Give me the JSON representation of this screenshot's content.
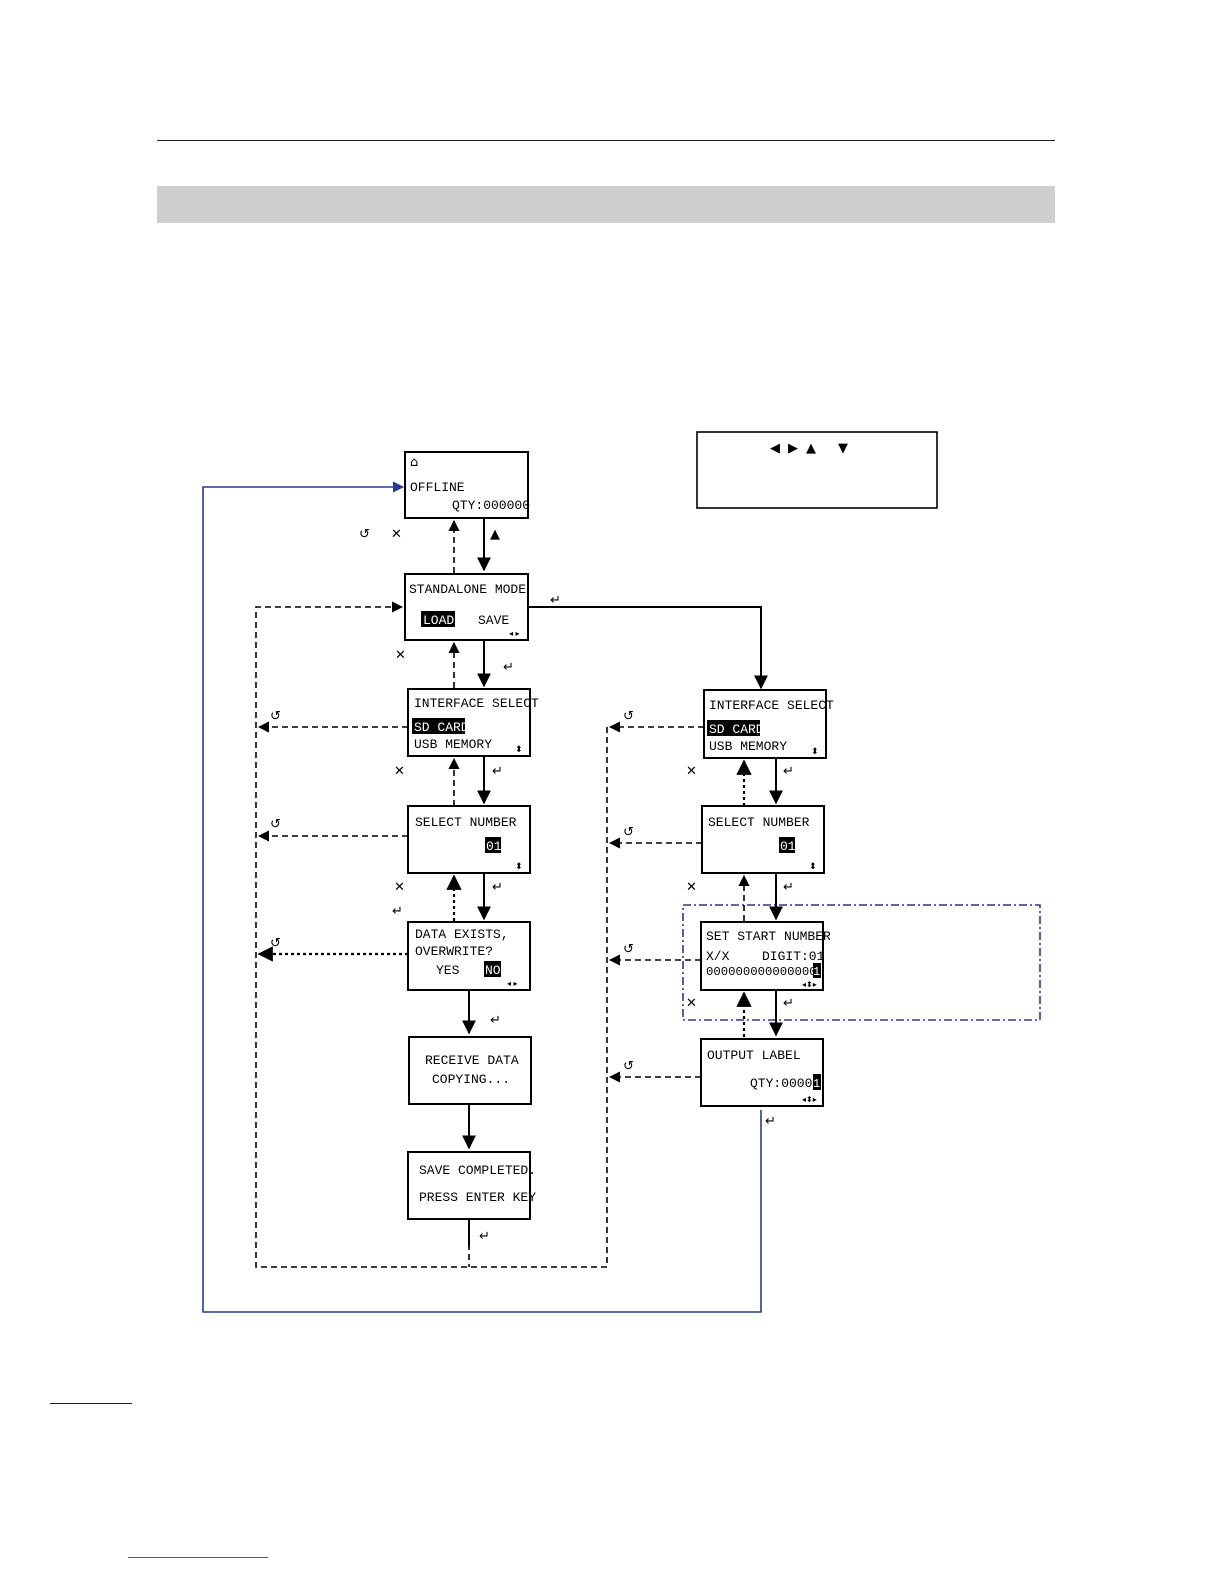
{
  "screens": {
    "offline": {
      "line1": "OFFLINE",
      "line2": "QTY:000000"
    },
    "standalone_mode": {
      "title": "STANDALONE MODE",
      "selected": "LOAD",
      "other": "SAVE"
    },
    "interface_select_left": {
      "title": "INTERFACE SELECT",
      "selected": "SD CARD",
      "other": "USB MEMORY"
    },
    "select_number_left": {
      "title": "SELECT NUMBER",
      "value": "01"
    },
    "data_exists": {
      "line1": "DATA EXISTS,",
      "line2": "OVERWRITE?",
      "yes": "YES",
      "no": "NO"
    },
    "receive_data": {
      "line1": "RECEIVE DATA",
      "line2": "COPYING..."
    },
    "save_completed": {
      "line1": "SAVE COMPLETED.",
      "line2": "PRESS ENTER KEY"
    },
    "interface_select_right": {
      "title": "INTERFACE SELECT",
      "selected": "SD CARD",
      "other": "USB MEMORY"
    },
    "select_number_right": {
      "title": "SELECT NUMBER",
      "value": "01"
    },
    "set_start_number": {
      "title": "SET START NUMBER",
      "left": "X/X",
      "digit": "DIGIT:01",
      "digits": "000000000000000",
      "cursor": "1"
    },
    "output_label": {
      "title": "OUTPUT LABEL",
      "qty": "QTY:00000",
      "cursor": "1"
    }
  },
  "key_symbols": {
    "enter": "↵",
    "cancel": "✕",
    "back": "↺",
    "up": "▲",
    "left": "◀",
    "right": "▶",
    "down": "▼",
    "up_down": "⬍"
  },
  "colors": {
    "return_line": "#2a3a8c",
    "section_bar": "#cfcfcf"
  }
}
